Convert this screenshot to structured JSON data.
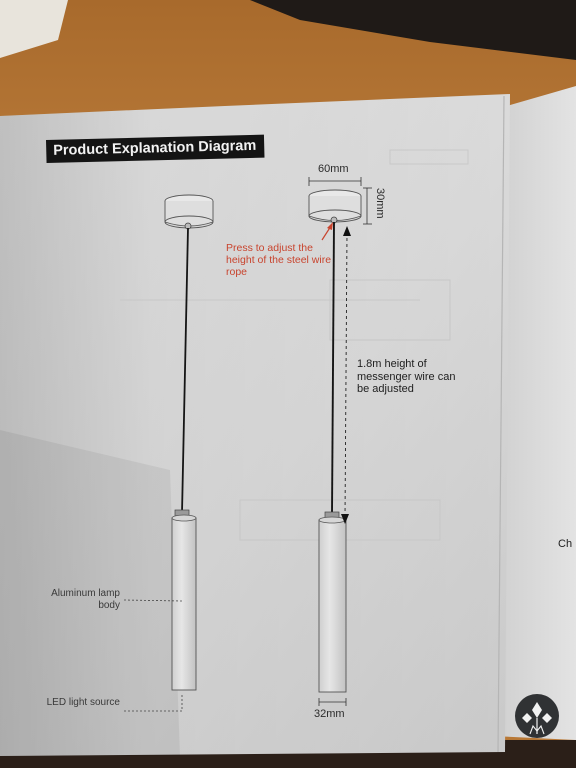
{
  "manual": {
    "title": "Product Explanation Diagram",
    "dimension_width_top": "60mm",
    "dimension_height_top": "30mm",
    "adjust_note": "Press to adjust the height of the steel wire rope",
    "wire_note": "1.8m height of messenger wire can be adjusted",
    "body_label": "Aluminum lamp body",
    "light_label": "LED light source",
    "dimension_diameter": "32mm",
    "next_page_fragment": "Ch"
  },
  "colors": {
    "paper": "#dedede",
    "table_wood": "#c07a35",
    "title_bg": "#141414",
    "annotation_red": "#c8442e"
  }
}
